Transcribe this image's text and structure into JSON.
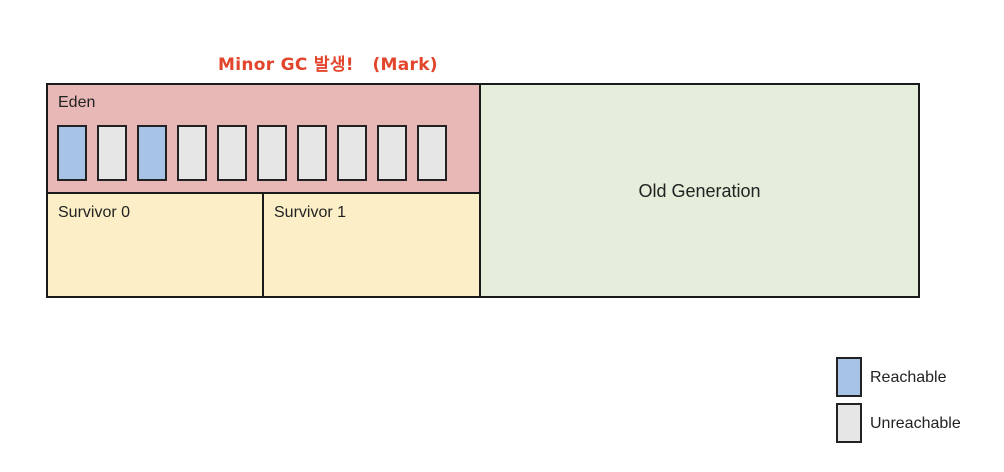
{
  "title": "Minor GC 발생!   (Mark)",
  "heap": {
    "eden_label": "Eden",
    "eden_objects": [
      "reachable",
      "unreachable",
      "reachable",
      "unreachable",
      "unreachable",
      "unreachable",
      "unreachable",
      "unreachable",
      "unreachable",
      "unreachable"
    ],
    "survivor0_label": "Survivor 0",
    "survivor1_label": "Survivor 1",
    "old_label": "Old Generation"
  },
  "legend": {
    "reachable_label": "Reachable",
    "unreachable_label": "Unreachable"
  },
  "colors": {
    "title": "#e2452c",
    "eden": "#e8b8b6",
    "survivor": "#fcefc8",
    "old_generation": "#e4eedb",
    "reachable": "#a7c4e6",
    "unreachable": "#e6e6e6"
  }
}
